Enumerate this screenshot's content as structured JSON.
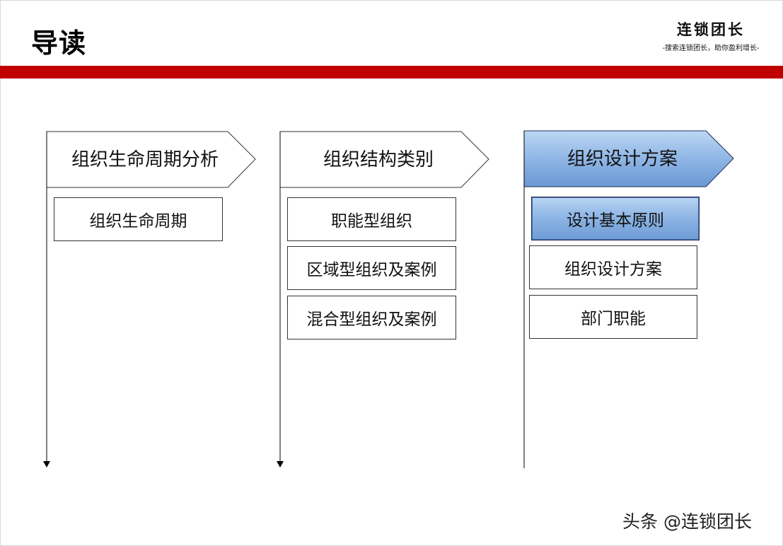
{
  "slide": {
    "title": "导读",
    "brand": {
      "name": "连锁团长",
      "slogan": "-搜索连锁团长，助你盈利增长-"
    },
    "accent_color": "#c00000",
    "active_color": "#8fb6e5"
  },
  "columns": [
    {
      "heading": "组织生命周期分析",
      "active": false,
      "items": [
        {
          "label": "组织生命周期",
          "active": false
        }
      ]
    },
    {
      "heading": "组织结构类别",
      "active": false,
      "items": [
        {
          "label": "职能型组织",
          "active": false
        },
        {
          "label": "区域型组织及案例",
          "active": false
        },
        {
          "label": "混合型组织及案例",
          "active": false
        }
      ]
    },
    {
      "heading": "组织设计方案",
      "active": true,
      "items": [
        {
          "label": "设计基本原则",
          "active": true
        },
        {
          "label": "组织设计方案",
          "active": false
        },
        {
          "label": "部门职能",
          "active": false
        }
      ]
    }
  ],
  "watermark": "头条 @连锁团长"
}
